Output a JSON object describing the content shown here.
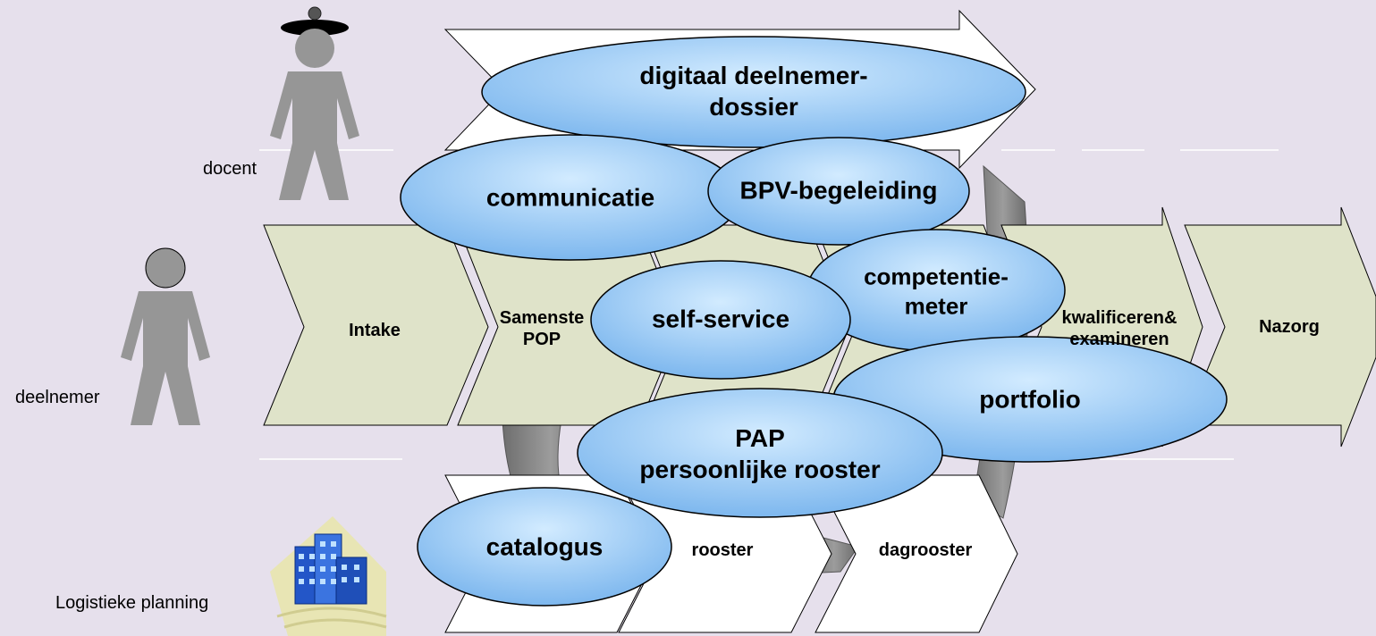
{
  "roles": {
    "docent": "docent",
    "deelnemer": "deelnemer",
    "logistics": "Logistieke planning"
  },
  "process": {
    "intake": "Intake",
    "samenstellen": "Samenste",
    "pop": "POP",
    "kwalificeren": "kwalificeren&",
    "examineren": "examineren",
    "nazorg": "Nazorg"
  },
  "planning": {
    "rooster": "rooster",
    "dagrooster": "dagrooster"
  },
  "bubbles": {
    "dossier_1": "digitaal deelnemer-",
    "dossier_2": "dossier",
    "communicatie": "communicatie",
    "bpv": "BPV-begeleiding",
    "competentie_1": "competentie-",
    "competentie_2": "meter",
    "selfservice": "self-service",
    "portfolio": "portfolio",
    "pap_1": "PAP",
    "pap_2": "persoonlijke rooster",
    "catalogus": "catalogus"
  },
  "colors": {
    "background": "#e6e0ec",
    "chevron_fill": "#dfe3c9",
    "bubble_light": "#d2ebff",
    "bubble_dark": "#7db7ee",
    "figure": "#969696",
    "cycle_arrow": "#8a8a8a"
  }
}
